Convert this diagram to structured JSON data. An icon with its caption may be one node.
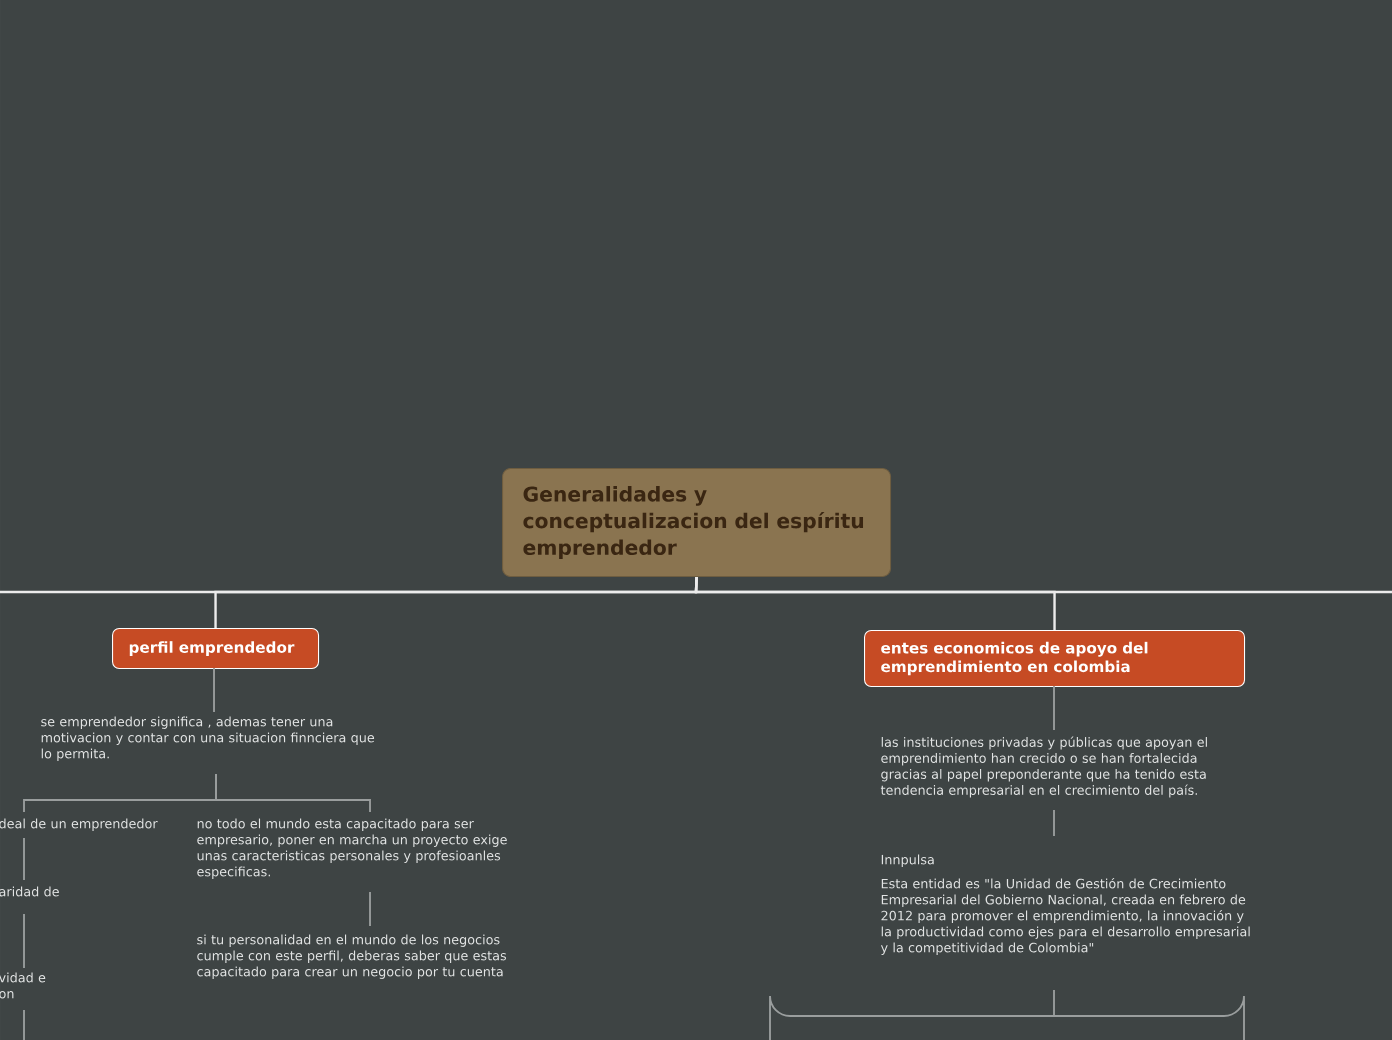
{
  "diagram": {
    "nodes": [
      {
        "text": [
          "Generalidades y conceptualizacion del espíritu emprendedor"
        ]
      },
      {
        "text": [
          "perfil emprendedor"
        ]
      },
      {
        "text": [
          "entes economicos de apoyo  del emprendimiento en colombia"
        ]
      },
      {
        "text": [
          "se emprendedor significa , ademas tener una motivacion y contar con una situacion finnciera que lo permita."
        ]
      },
      {
        "text": [
          "deal de un emprendedor"
        ]
      },
      {
        "text": [
          "no todo el mundo esta capacitado para ser empresario, poner en marcha un proyecto exige unas caracteristicas personales y profesioanles especificas."
        ]
      },
      {
        "text": [
          "aridad de"
        ]
      },
      {
        "text": [
          "vidad e on"
        ]
      },
      {
        "text": [
          "si tu personalidad en el mundo de los negocios cumple con este perfil, deberas saber que estas capacitado para crear un negocio por tu cuenta"
        ]
      },
      {
        "text": [
          "las instituciones privadas y públicas que apoyan el emprendimiento han crecido o se han fortalecida gracias al papel preponderante que ha tenido esta tendencia empresarial en el crecimiento del país."
        ]
      },
      {
        "text": [
          "Innpulsa",
          "Esta entidad es \"la Unidad de Gestión de Crecimiento Empresarial del Gobierno Nacional, creada en febrero de 2012 para promover el emprendimiento, la innovación y la productividad como ejes para el desarrollo empresarial y la competitividad de Colombia\""
        ]
      }
    ],
    "edges": [
      {
        "from": 0,
        "to": null,
        "arrow": "none"
      },
      {
        "from": 0,
        "to": 1,
        "arrow": "none"
      },
      {
        "from": 0,
        "to": 2,
        "arrow": "none"
      },
      {
        "from": 0,
        "to": null,
        "arrow": "none"
      },
      {
        "from": 1,
        "to": 3,
        "arrow": "none"
      },
      {
        "from": 3,
        "to": 4,
        "arrow": "none"
      },
      {
        "from": 3,
        "to": 5,
        "arrow": "none"
      },
      {
        "from": 4,
        "to": 6,
        "arrow": "none"
      },
      {
        "from": 6,
        "to": 7,
        "arrow": "none"
      },
      {
        "from": 7,
        "to": null,
        "arrow": "none"
      },
      {
        "from": 5,
        "to": 8,
        "arrow": "none"
      },
      {
        "from": 2,
        "to": 9,
        "arrow": "none"
      },
      {
        "from": 9,
        "to": 10,
        "arrow": "none"
      },
      {
        "from": 10,
        "to": null,
        "arrow": "none"
      }
    ]
  }
}
